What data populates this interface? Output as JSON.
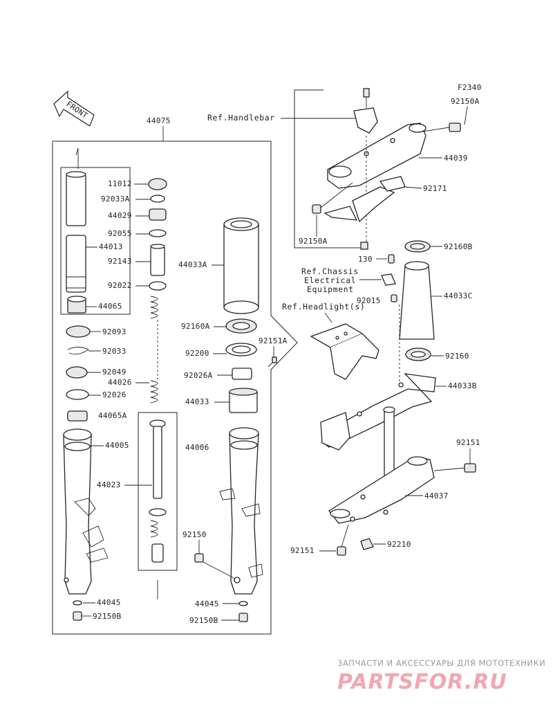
{
  "figure_code": "F2340",
  "front_arrow": "FRONT",
  "refs": {
    "handlebar": "Ref.Handlebar",
    "chassis_line1": "Ref.Chassis",
    "chassis_line2": "Electrical",
    "chassis_line3": "Equipment",
    "headlight": "Ref.Headlight(s)"
  },
  "labels": {
    "p44075": "44075",
    "p11012": "11012",
    "p92033A": "92033A",
    "p44029": "44029",
    "p92055": "92055",
    "p44013": "44013",
    "p92143": "92143",
    "p92022": "92022",
    "p44065": "44065",
    "p92093": "92093",
    "p92033": "92033",
    "p92049": "92049",
    "p92026": "92026",
    "p44065A": "44065A",
    "p44005": "44005",
    "p44023": "44023",
    "p44045a": "44045",
    "p92150Ba": "92150B",
    "p44033A": "44033A",
    "p92160A": "92160A",
    "p92151A": "92151A",
    "p92200": "92200",
    "p92026A": "92026A",
    "p44026": "44026",
    "p44033": "44033",
    "p44006": "44006",
    "p92150": "92150",
    "p44045b": "44045",
    "p92150Bb": "92150B",
    "p92150A_top": "92150A",
    "p44039": "44039",
    "p92171": "92171",
    "p92150A_bot": "92150A",
    "p130": "130",
    "p92160B": "92160B",
    "p92015": "92015",
    "p44033C": "44033C",
    "p92160": "92160",
    "p44033B": "44033B",
    "p92151": "92151",
    "p44037": "44037",
    "p92151b": "92151",
    "p92210": "92210"
  },
  "watermark": {
    "tagline": "ЗАПЧАСТИ И АКСЕССУАРЫ ДЛЯ МОТОТЕХНИКИ",
    "brand": "PARTSFOR.RU"
  }
}
